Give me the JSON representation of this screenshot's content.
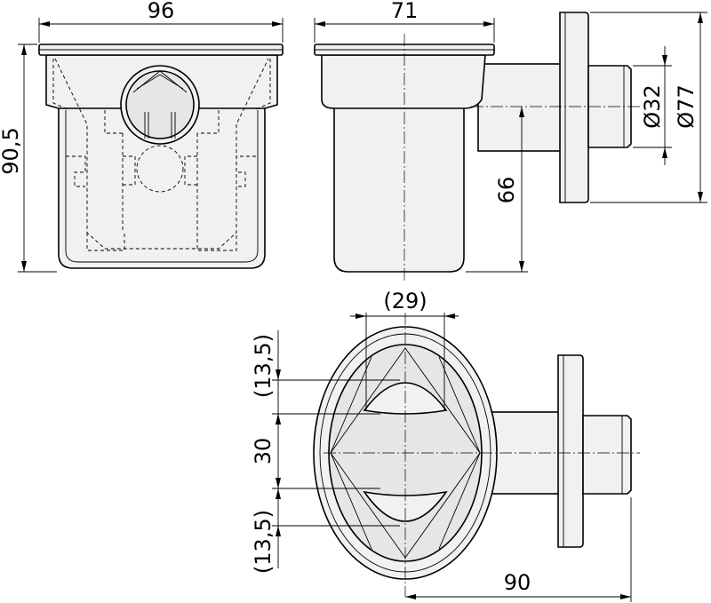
{
  "dimensions": {
    "front_width": "96",
    "front_height": "90,5",
    "side_width": "71",
    "side_outlet_height": "66",
    "outlet_diameter": "Ø32",
    "flange_diameter": "Ø77",
    "top_grip_spacing": "(29)",
    "top_grip_depth_upper": "(13,5)",
    "grip_center_distance": "30",
    "top_grip_depth_lower": "(13,5)",
    "top_total_length": "90"
  }
}
